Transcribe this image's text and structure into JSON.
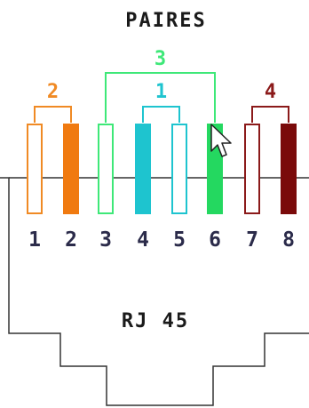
{
  "title": "PAIRES",
  "connector_label": "RJ 45",
  "pins": [
    {
      "number": "1",
      "color": "#f08a24",
      "style": "striped"
    },
    {
      "number": "2",
      "color": "#f07a10",
      "style": "solid"
    },
    {
      "number": "3",
      "color": "#3ee878",
      "style": "striped"
    },
    {
      "number": "4",
      "color": "#1ec4cf",
      "style": "solid"
    },
    {
      "number": "5",
      "color": "#1ec4cf",
      "style": "striped"
    },
    {
      "number": "6",
      "color": "#24d860",
      "style": "solid"
    },
    {
      "number": "7",
      "color": "#8b1a1a",
      "style": "striped"
    },
    {
      "number": "8",
      "color": "#7a0a0a",
      "style": "solid"
    }
  ],
  "pairs": [
    {
      "label": "1",
      "pins": [
        "4",
        "5"
      ],
      "color": "#1ec4cf"
    },
    {
      "label": "2",
      "pins": [
        "1",
        "2"
      ],
      "color": "#f08a24"
    },
    {
      "label": "3",
      "pins": [
        "3",
        "6"
      ],
      "color": "#3ee878"
    },
    {
      "label": "4",
      "pins": [
        "7",
        "8"
      ],
      "color": "#8b1a1a"
    }
  ],
  "outline_color": "#333333",
  "pointer_icon": "mouse-cursor-icon"
}
